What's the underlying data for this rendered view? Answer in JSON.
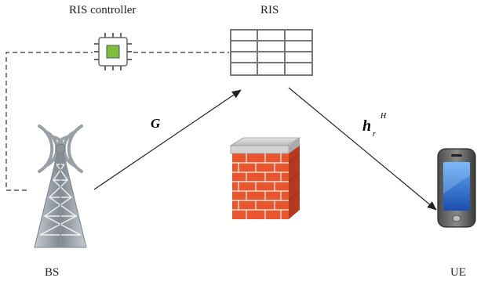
{
  "labels": {
    "ris_controller": "RIS controller",
    "ris": "RIS",
    "bs": "BS",
    "ue": "UE"
  },
  "channels": {
    "bs_to_ris": "G",
    "ris_to_ue_main": "h",
    "ris_to_ue_sub": "r",
    "ris_to_ue_sup": "H"
  },
  "icons": {
    "controller": "chip-icon",
    "ris_surface": "ris-panel-icon",
    "base_station": "antenna-tower-icon",
    "blocker": "brick-wall-icon",
    "user": "smartphone-icon"
  },
  "colors": {
    "line": "#333333",
    "chip_green": "#7fbf3f",
    "panel": "#777777",
    "brick": "#e8552e",
    "tower": "#9aa0a6",
    "phone_screen": "#2f6fd6"
  }
}
